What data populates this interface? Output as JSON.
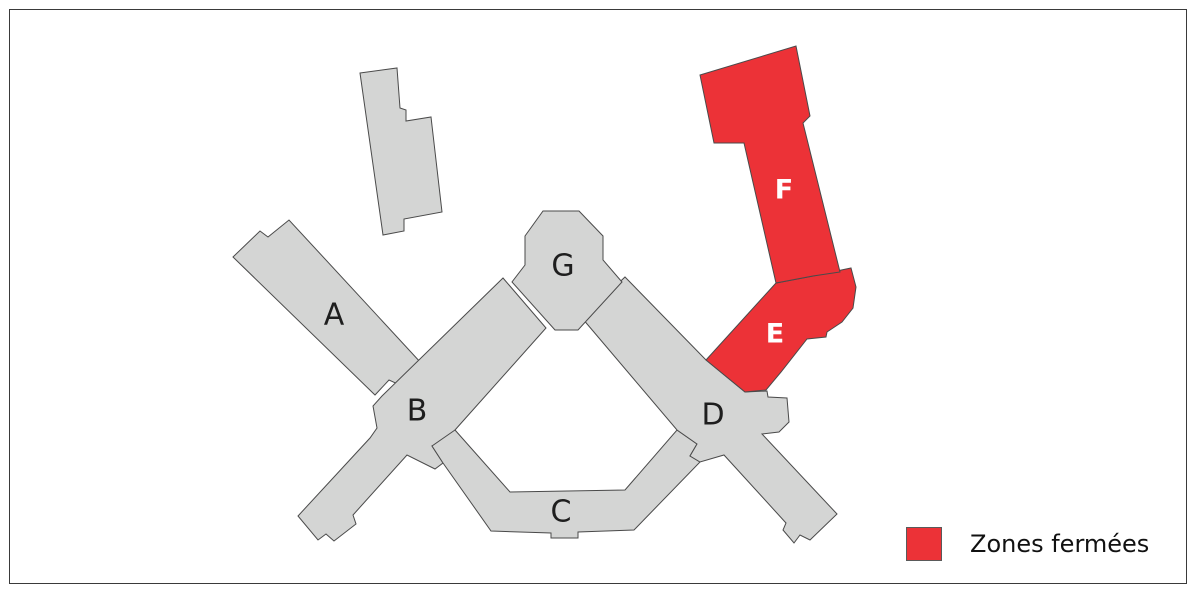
{
  "colors": {
    "open_building": "#d4d5d4",
    "closed_zone": "#ec3237",
    "outline": "#4a4a4a"
  },
  "wings": [
    {
      "id": "A",
      "label": "A",
      "status": "open"
    },
    {
      "id": "B",
      "label": "B",
      "status": "open"
    },
    {
      "id": "C",
      "label": "C",
      "status": "open"
    },
    {
      "id": "D",
      "label": "D",
      "status": "open"
    },
    {
      "id": "E",
      "label": "E",
      "status": "closed"
    },
    {
      "id": "F",
      "label": "F",
      "status": "closed"
    },
    {
      "id": "G",
      "label": "G",
      "status": "open"
    }
  ],
  "legend": {
    "label": "Zones fermées"
  }
}
